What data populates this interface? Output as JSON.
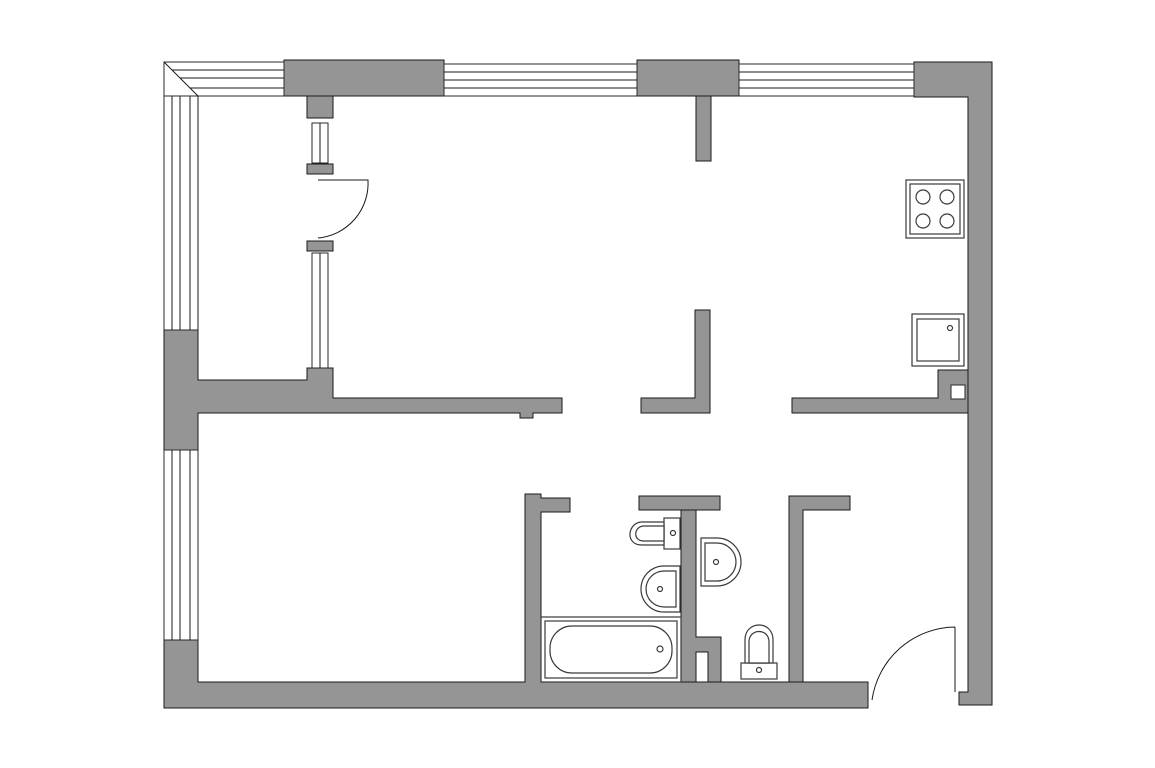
{
  "plan": {
    "colors": {
      "wall": "#959595",
      "outline": "#1a1a1a",
      "background": "#ffffff"
    },
    "rooms": [],
    "fixtures": [
      {
        "icon": "cooktop-icon",
        "count": 1
      },
      {
        "icon": "kitchen-sink-icon",
        "count": 1
      },
      {
        "icon": "toilet-icon",
        "count": 2
      },
      {
        "icon": "washbasin-icon",
        "count": 2
      },
      {
        "icon": "bathtub-icon",
        "count": 1
      },
      {
        "icon": "door-swing-icon",
        "count": 2
      }
    ]
  }
}
